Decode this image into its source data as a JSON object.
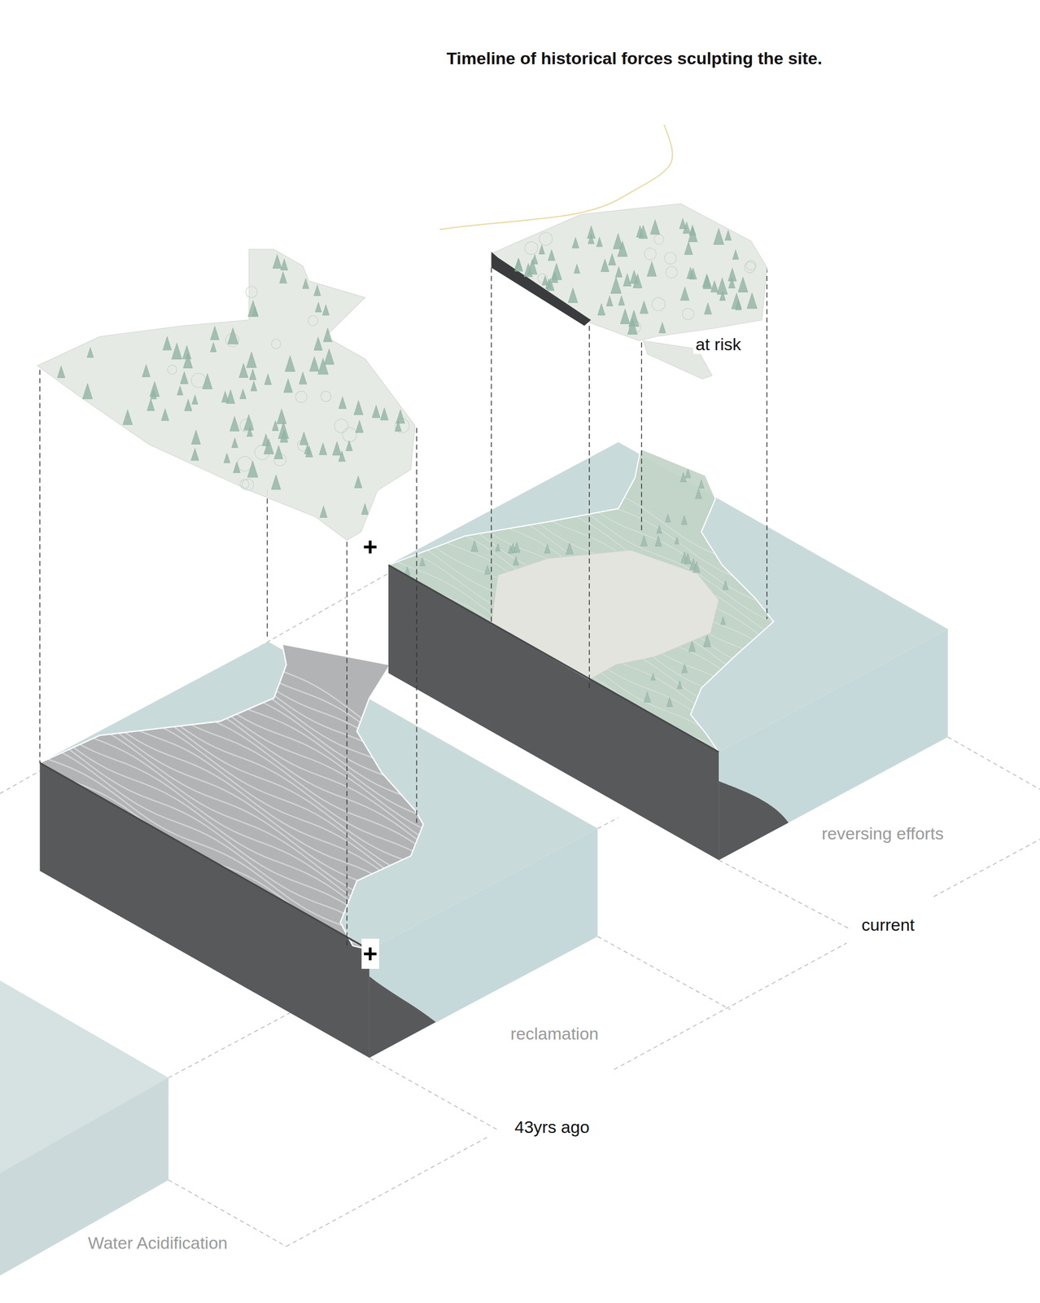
{
  "diagram": {
    "title": "Timeline of historical forces sculpting the site.",
    "labels": [
      "at risk",
      "+",
      "reversing efforts",
      "current",
      "+",
      "reclamation",
      "43yrs ago",
      "Water Acidification"
    ]
  }
}
